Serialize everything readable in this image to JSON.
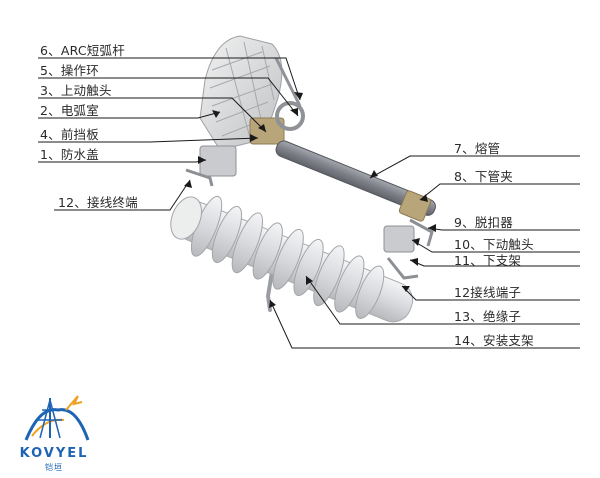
{
  "labels": {
    "l6": "6、ARC短弧杆",
    "l5": "5、操作环",
    "l3": "3、上动触头",
    "l2": "2、电弧室",
    "l4": "4、前挡板",
    "l1": "1、防水盖",
    "l12a": "12、接线终端",
    "l7": "7、熔管",
    "l8": "8、下管夹",
    "l9": "9、脱扣器",
    "l10": "10、下动触头",
    "l11": "11、下支架",
    "l12b": "12接线端子",
    "l13": "13、绝缘子",
    "l14": "14、安装支架"
  },
  "logo": {
    "name": "KOVYEL",
    "sub": "铠垣"
  },
  "colors": {
    "line": "#1a1a1a",
    "insulator": "#dcdde0",
    "tube": "#7d8088",
    "metal": "#b9a57a",
    "brand": "#1e64b4",
    "accent": "#f0a020"
  }
}
